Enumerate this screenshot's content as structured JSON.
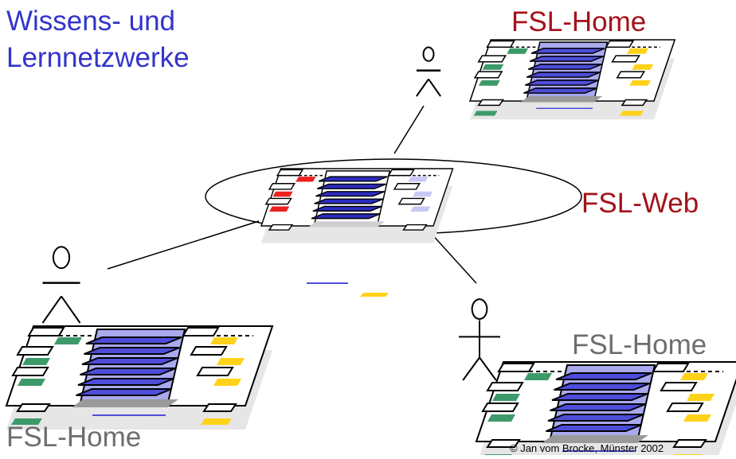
{
  "title": {
    "line1": "Wissens- und",
    "line2": "Lernnetzwerke"
  },
  "labels": {
    "home_top": "FSL-Home",
    "web": "FSL-Web",
    "home_left": "FSL-Home",
    "home_right": "FSL-Home"
  },
  "copyright": "© Jan vom Brocke, Münster 2002",
  "colors": {
    "title": "#3333cc",
    "red_label": "#a3121a",
    "gray_label": "#6e6e6e",
    "blue": "#4d4dd9",
    "green": "#3c9a6a",
    "yellow": "#ffd21a",
    "red": "#ee2020",
    "light_blue": "#c8c8f5"
  },
  "icons": [
    "person-icon",
    "page-platform-icon"
  ]
}
